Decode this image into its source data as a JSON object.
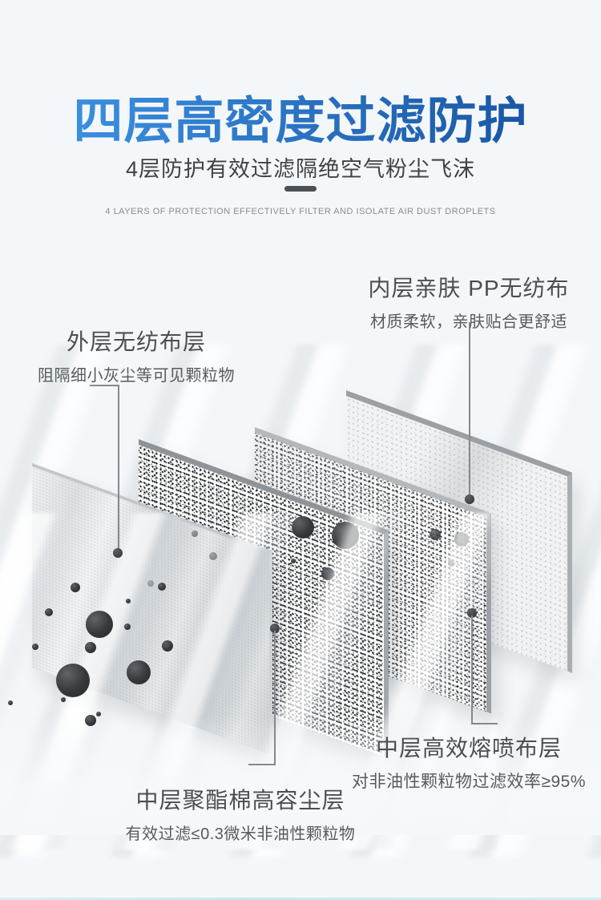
{
  "poster": {
    "title": "四层高密度过滤防护",
    "subtitle": "4层防护有效过滤隔绝空气粉尘飞沫",
    "tagline": "4 LAYERS OF PROTECTION EFFECTIVELY FILTER AND ISOLATE AIR DUST DROPLETS",
    "title_gradient_start": "#3e95e6",
    "title_gradient_end": "#16509e",
    "background": "#f4f7f9",
    "bottom_line_color": "#c9e6f0"
  },
  "callouts": {
    "inner": {
      "title": "内层亲肤 PP无纺布",
      "desc": "材质柔软，亲肤贴合更舒适"
    },
    "outer": {
      "title": "外层无纺布层",
      "desc": "阻隔细小灰尘等可见颗粒物"
    },
    "meltblown": {
      "title": "中层高效熔喷布层",
      "desc": "对非油性颗粒物过滤效率≥95%"
    },
    "polyester": {
      "title": "中层聚酯棉高容尘层",
      "desc": "有效过滤≤0.3微米非油性颗粒物"
    }
  },
  "diagram": {
    "layer_names": [
      "outer-nonwoven",
      "polyester-cotton",
      "meltblown",
      "inner-pp"
    ],
    "line_color": "#85898d",
    "dot_color": "#3c4044",
    "particles": {
      "front": [
        [
          94,
          733,
          6
        ],
        [
          202,
          732,
          5
        ],
        [
          61,
          764,
          5
        ],
        [
          160,
          750,
          3
        ],
        [
          124,
          779,
          17
        ],
        [
          159,
          782,
          4
        ],
        [
          44,
          807,
          4
        ],
        [
          113,
          808,
          7
        ],
        [
          209,
          806,
          7
        ],
        [
          91,
          849,
          21
        ],
        [
          173,
          839,
          15
        ],
        [
          79,
          873,
          3
        ],
        [
          13,
          877,
          3
        ],
        [
          113,
          899,
          7
        ],
        [
          123,
          891,
          3
        ]
      ],
      "on_outer": [
        [
          243,
          666,
          4,
          0.55
        ],
        [
          266,
          694,
          5,
          0.5
        ],
        [
          188,
          728,
          4,
          0.55
        ]
      ],
      "middle": [
        [
          378,
          658,
          14
        ],
        [
          431,
          668,
          17
        ],
        [
          409,
          716,
          8
        ],
        [
          366,
          700,
          3
        ]
      ],
      "on_meltblown": [
        [
          543,
          667,
          7,
          0.85
        ],
        [
          576,
          673,
          9,
          0.85
        ],
        [
          563,
          703,
          4,
          0.8
        ]
      ]
    }
  }
}
